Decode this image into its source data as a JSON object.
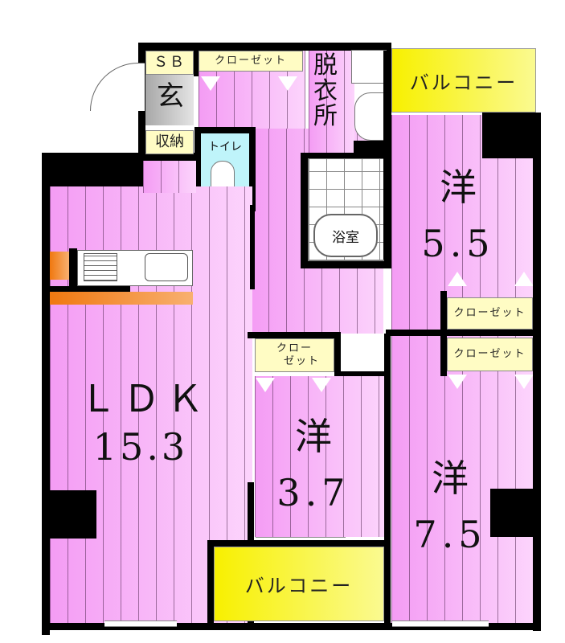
{
  "floorplan": {
    "rooms": {
      "ldk": {
        "name": "ＬＤＫ",
        "size": "15.3"
      },
      "western_north": {
        "name": "洋",
        "size": "5.5"
      },
      "western_small": {
        "name": "洋",
        "size": "3.7"
      },
      "western_south": {
        "name": "洋",
        "size": "7.5"
      },
      "entrance": {
        "name": "玄"
      },
      "shoe_box": {
        "name": "ＳＢ"
      },
      "storage": {
        "name": "収納"
      },
      "toilet": {
        "name": "トイレ"
      },
      "dressing": {
        "name": "脱衣所"
      },
      "bathroom": {
        "name": "浴室"
      }
    },
    "closets": {
      "hall": "クローゼット",
      "small_room": "クローゼット",
      "north_room": "クローゼット",
      "south_room": "クローゼット"
    },
    "small_closet_lines": [
      "クロー",
      "ゼット"
    ],
    "balconies": {
      "north": "バルコニー",
      "south": "バルコニー"
    },
    "colors": {
      "floor": "#f8b8f8",
      "wall": "#000000",
      "balcony": "#f8f000",
      "closet": "#fffcc4",
      "toilet": "#bff4fa",
      "kitchen_counter": "#f07810",
      "entrance": "#b0b0b0"
    }
  }
}
